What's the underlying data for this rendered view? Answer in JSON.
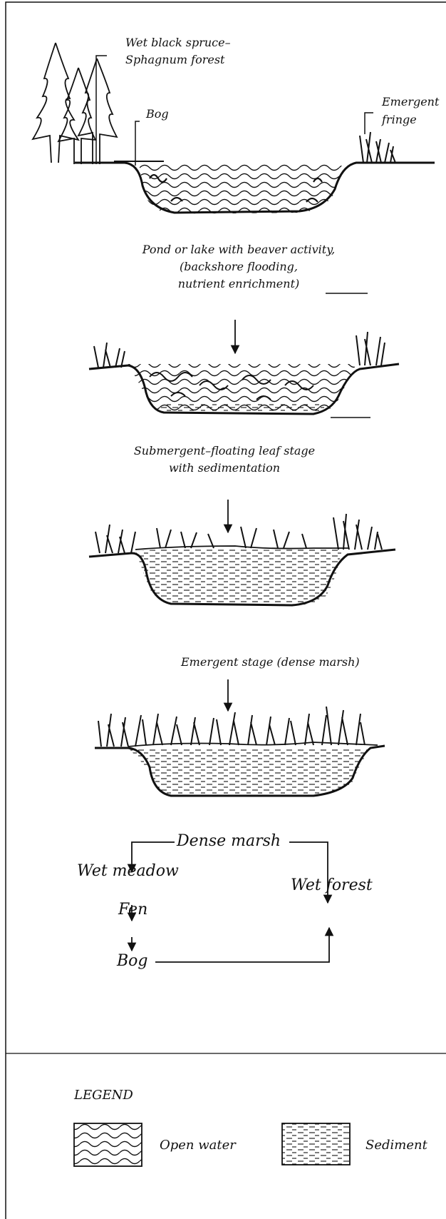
{
  "stages": {
    "stage1": {
      "labels": {
        "forest": [
          "Wet black spruce–",
          "Sphagnum forest"
        ],
        "bog": "Bog",
        "fringe": [
          "Emergent",
          "fringe"
        ]
      },
      "caption": [
        "Pond or lake with beaver activity,",
        "(backshore flooding,",
        "nutrient enrichment)"
      ]
    },
    "stage2": {
      "caption": [
        "Submergent–floating leaf stage",
        "with sedimentation"
      ]
    },
    "stage3": {
      "caption": "Emergent stage (dense marsh)"
    }
  },
  "flow": {
    "top": "Dense marsh",
    "left1": "Wet meadow",
    "left2": "Fen",
    "left3": "Bog",
    "right": "Wet forest"
  },
  "legend": {
    "title": "LEGEND",
    "items": [
      {
        "pattern": "waves",
        "label": "Open water"
      },
      {
        "pattern": "dashes",
        "label": "Sediment"
      }
    ]
  }
}
